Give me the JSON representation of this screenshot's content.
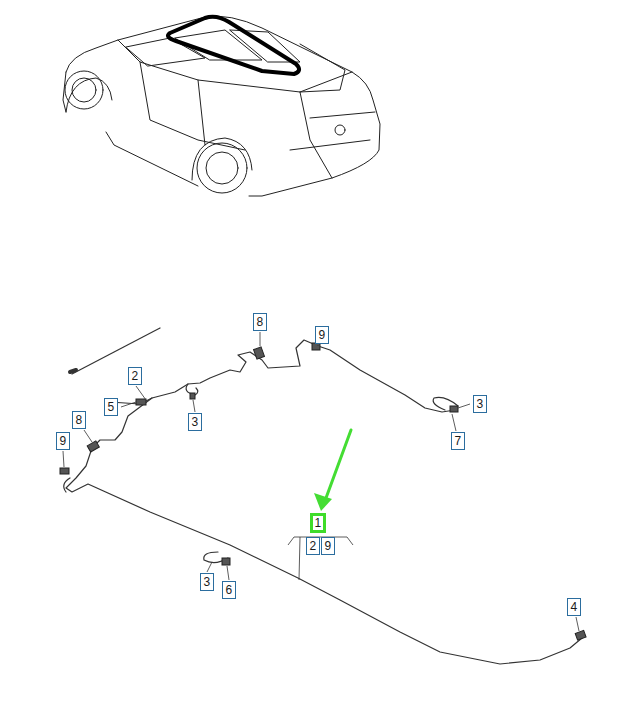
{
  "diagram": {
    "labels": [
      "8",
      "9",
      "2",
      "3",
      "5",
      "8",
      "3",
      "9",
      "7",
      "1",
      "2",
      "9",
      "3",
      "6",
      "4"
    ]
  }
}
